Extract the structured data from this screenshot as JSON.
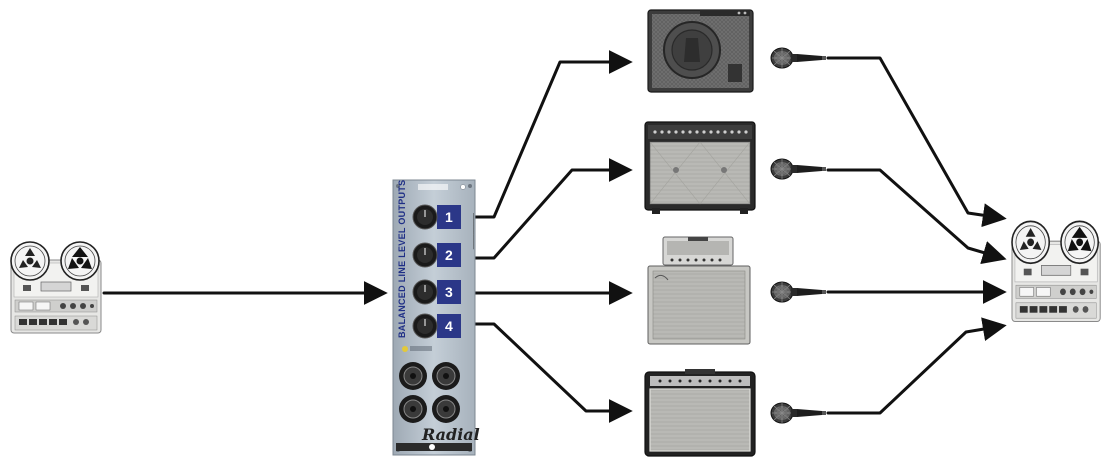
{
  "colors": {
    "arrow": "#111111",
    "panel": "#b7c2cc",
    "panel_edge": "#7c8792",
    "badge": "#2b3788",
    "label_text": "#1f2f86"
  },
  "icons": {
    "source": "reel-to-reel-tape-machine-icon",
    "destination": "reel-to-reel-tape-machine-icon",
    "splitter": "line-output-splitter-module",
    "amp_1": "guitar-combo-amp-icon",
    "amp_2": "twin-speaker-combo-amp-icon",
    "amp_3": "amp-head-and-cabinet-icon",
    "amp_4": "tube-combo-amp-icon",
    "mic": "dynamic-microphone-icon"
  },
  "splitter": {
    "vertical_label": "BALANCED LINE LEVEL OUTPUTS",
    "outputs": [
      {
        "label": "1"
      },
      {
        "label": "2"
      },
      {
        "label": "3"
      },
      {
        "label": "4"
      }
    ],
    "brand": "Radial"
  }
}
